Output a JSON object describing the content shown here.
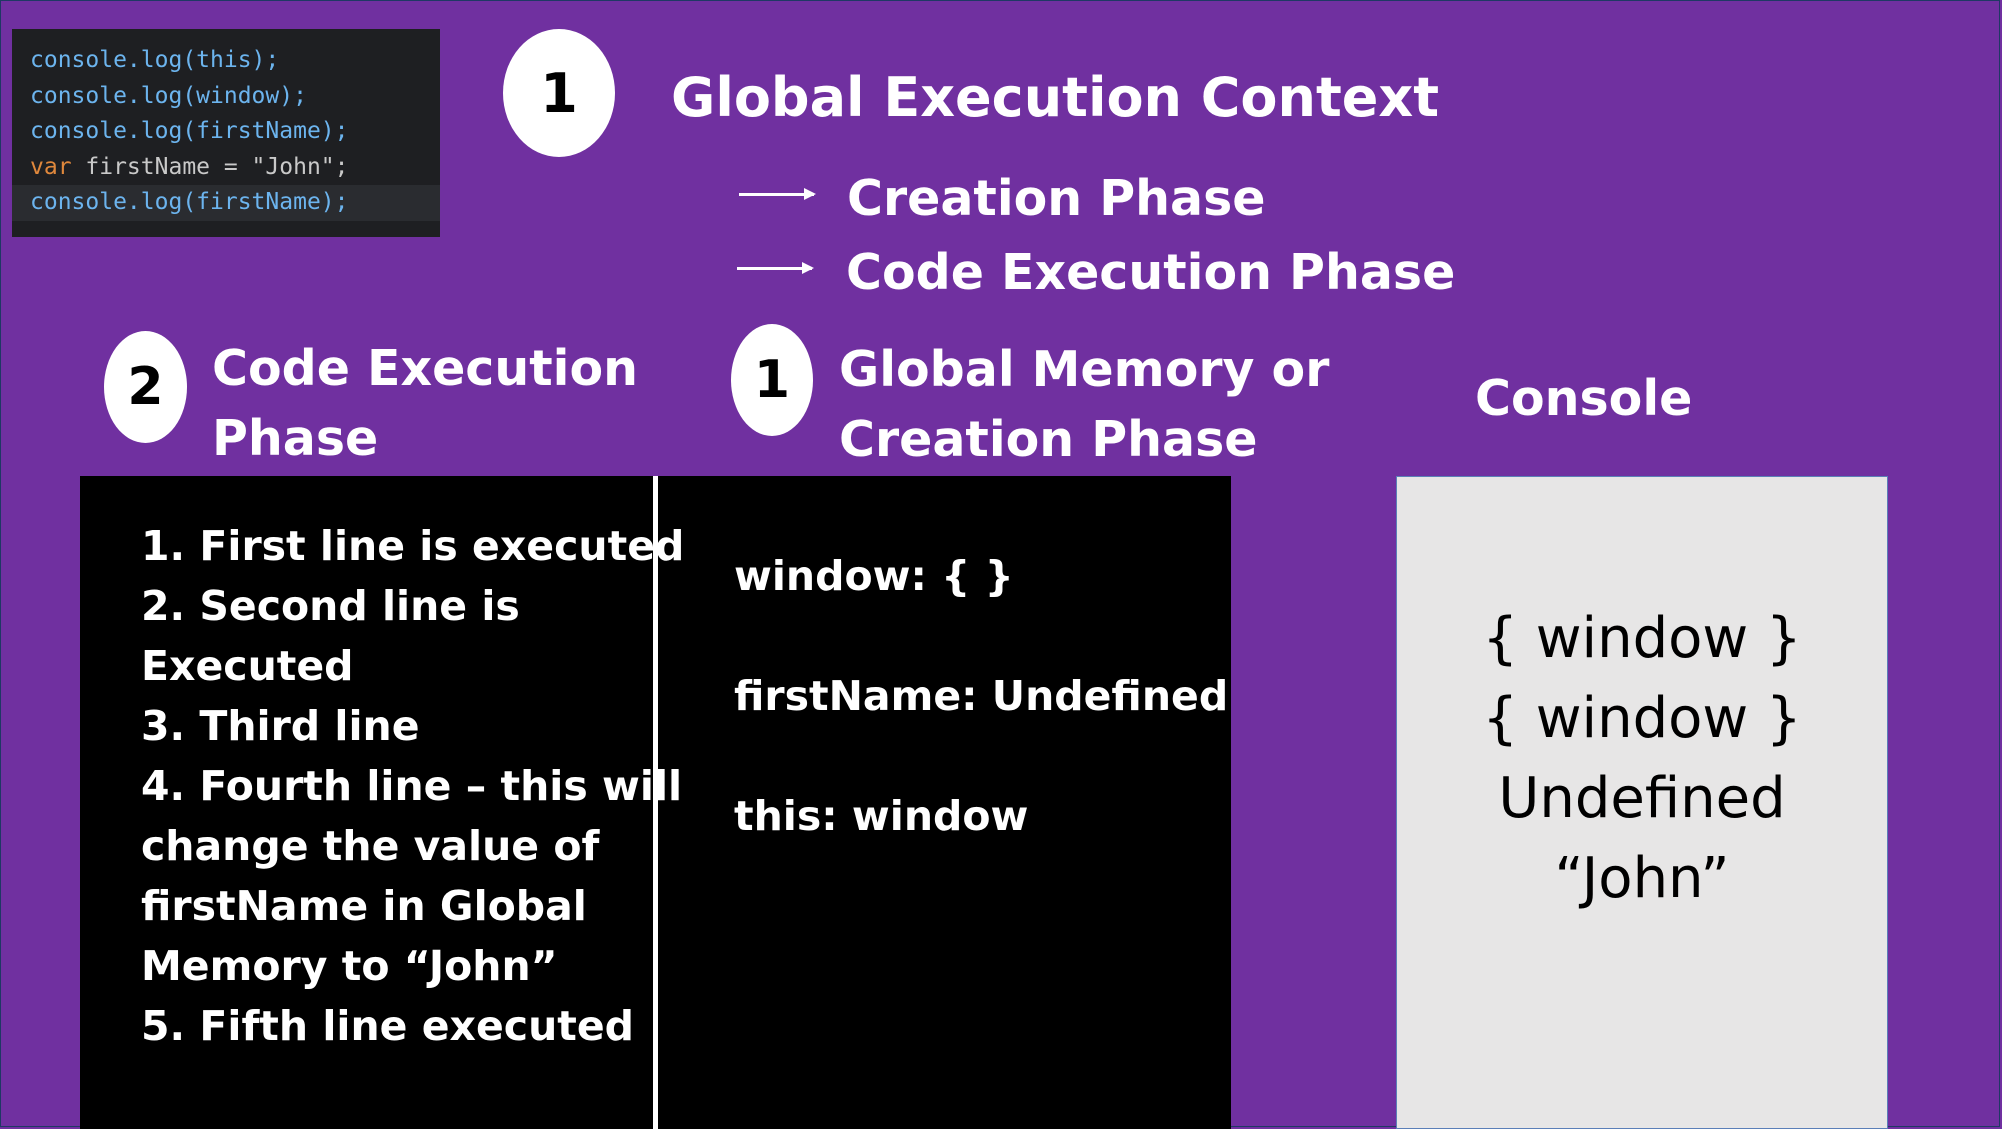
{
  "code": {
    "lines": [
      "console.log(this);",
      "console.log(window);",
      "console.log(firstName);",
      "var firstName = \"John\";",
      "console.log(firstName);"
    ]
  },
  "header": {
    "badge": "1",
    "title": "Global Execution Context",
    "phases": [
      "Creation Phase",
      "Code Execution Phase"
    ]
  },
  "execution_phase": {
    "badge": "2",
    "title_line1": "Code Execution",
    "title_line2": "Phase",
    "steps": [
      "1.   First line is executed",
      "2.   Second line is",
      "Executed",
      "3. Third line",
      "4. Fourth line – this will",
      "change the value of",
      "firstName in Global",
      "Memory to “John”",
      "5. Fifth line executed"
    ]
  },
  "memory_phase": {
    "badge": "1",
    "title_line1": "Global Memory or",
    "title_line2": "Creation Phase",
    "entries": [
      "window: { }",
      "firstName: Undefined",
      "this: window"
    ]
  },
  "console": {
    "title": "Console",
    "output": [
      "{ window }",
      "{ window }",
      "Undefined",
      "“John”"
    ]
  },
  "colors": {
    "background": "#7030a0",
    "panel": "#000000",
    "console_bg": "#e7e6e6",
    "badge": "#ffffff"
  }
}
